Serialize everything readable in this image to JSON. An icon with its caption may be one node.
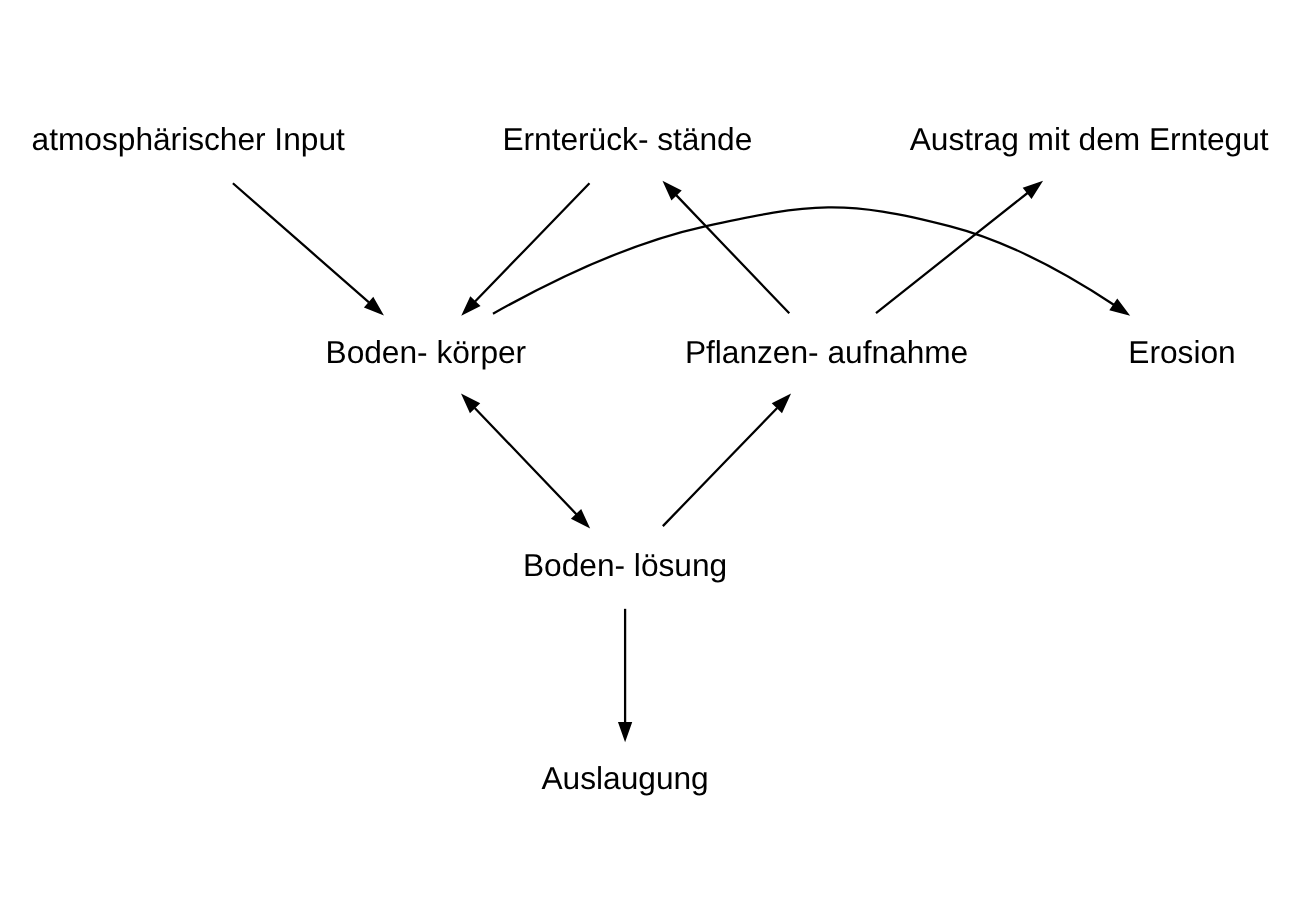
{
  "diagram": {
    "nodes": [
      {
        "text": [
          "atmosphärischer Input"
        ]
      },
      {
        "text": [
          "Ernterück- stände"
        ]
      },
      {
        "text": [
          "Austrag mit dem Erntegut"
        ]
      },
      {
        "text": [
          "Erosion"
        ]
      },
      {
        "text": [
          "Boden- körper"
        ]
      },
      {
        "text": [
          "Pflanzen- aufnahme"
        ]
      },
      {
        "text": [
          "Boden- lösung"
        ]
      },
      {
        "text": [
          "Auslaugung"
        ]
      }
    ],
    "edges": [
      {
        "from": 0,
        "to": 4,
        "arrow": "to"
      },
      {
        "from": 5,
        "to": 1,
        "arrow": "to"
      },
      {
        "from": 1,
        "to": 4,
        "arrow": "to"
      },
      {
        "from": 4,
        "to": 3,
        "arrow": "to"
      },
      {
        "from": 5,
        "to": 2,
        "arrow": "to"
      },
      {
        "from": 4,
        "to": 6,
        "arrow": "both"
      },
      {
        "from": 6,
        "to": 5,
        "arrow": "to"
      },
      {
        "from": 6,
        "to": 7,
        "arrow": "to"
      }
    ]
  }
}
